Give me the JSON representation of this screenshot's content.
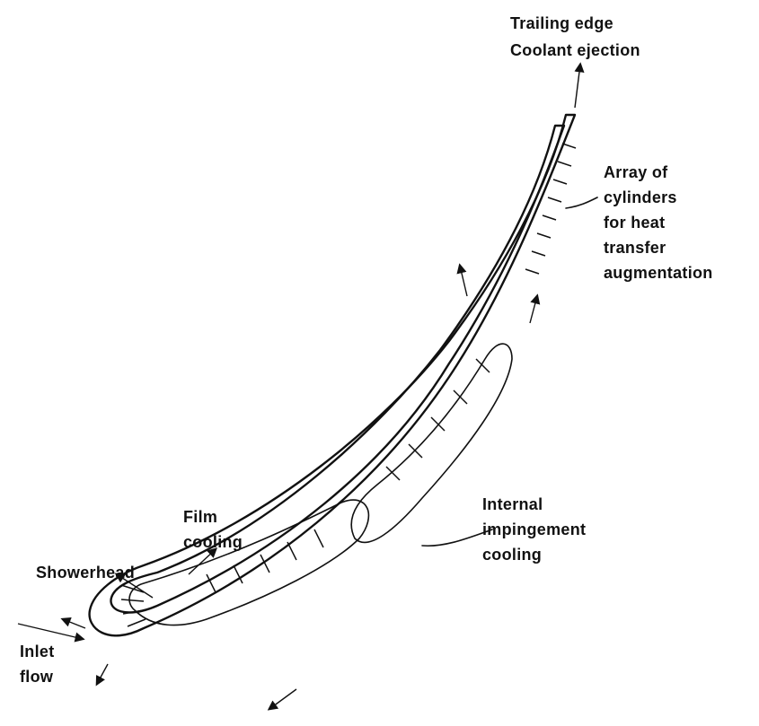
{
  "labels": {
    "trailing_edge": "Trailing edge",
    "coolant_ejection": "Coolant ejection",
    "array_line1": "Array of",
    "array_line2": "cylinders",
    "array_line3": "for heat",
    "array_line4": "transfer",
    "array_line5": "augmentation",
    "internal_line1": "Internal",
    "internal_line2": "impingement",
    "internal_line3": "cooling",
    "film_line1": "Film",
    "film_line2": "cooling",
    "showerhead": "Showerhead",
    "inlet_line1": "Inlet",
    "inlet_line2": "flow"
  }
}
